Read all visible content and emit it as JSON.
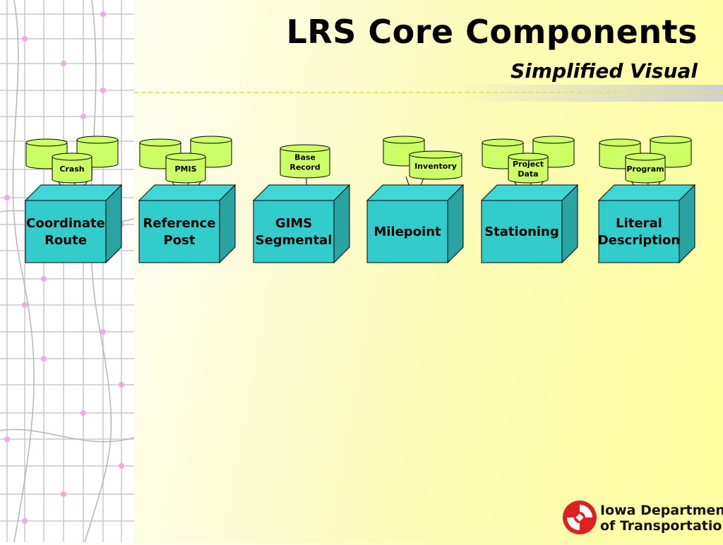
{
  "title": "LRS Core Components",
  "subtitle": "Simplified Visual",
  "components": [
    {
      "name_line1": "Coordinate",
      "name_line2": "Route",
      "db_label": [
        "Crash"
      ],
      "db_count": 3
    },
    {
      "name_line1": "Reference",
      "name_line2": "Post",
      "db_label": [
        "PMIS"
      ],
      "db_count": 3
    },
    {
      "name_line1": "GIMS",
      "name_line2": "Segmental",
      "db_label": [
        "Base",
        "Record"
      ],
      "db_count": 1
    },
    {
      "name_line1": "Milepoint",
      "name_line2": "",
      "db_label": [
        "Inventory"
      ],
      "db_count": 2
    },
    {
      "name_line1": "Stationing",
      "name_line2": "",
      "db_label": [
        "Project",
        "Data"
      ],
      "db_count": 3
    },
    {
      "name_line1": "Literal",
      "name_line2": "Description",
      "db_label": [
        "Program"
      ],
      "db_count": 3
    }
  ],
  "logo": {
    "line1": "Iowa Department",
    "line2": "of Transportation"
  },
  "colors": {
    "cube_front": "#33cccc",
    "cube_side": "#2aa3a3",
    "cube_top": "#3fd6d6",
    "db_green": "#ccff66",
    "logo_red": "#e02020"
  }
}
